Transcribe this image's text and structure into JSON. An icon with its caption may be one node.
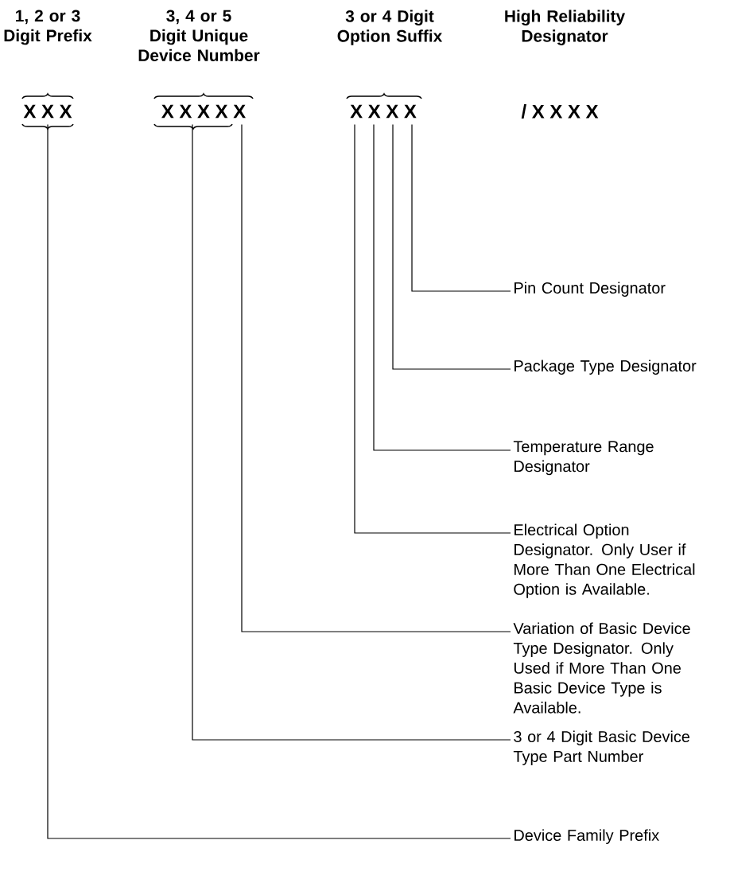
{
  "diagram": {
    "nodes": [
      {
        "text": [
          "X X X"
        ]
      },
      {
        "text": [
          "X X X X X"
        ]
      },
      {
        "text": [
          "X X X X"
        ]
      },
      {
        "text": [
          "Pin Count Designator"
        ]
      },
      {
        "text": [
          "Package Type Designator"
        ]
      },
      {
        "text": [
          "Temperature Range Designator"
        ]
      },
      {
        "text": [
          "Electrical Option Designator. Only User if More Than One Electrical Option is Available."
        ]
      },
      {
        "text": [
          "Variation of Basic Device Type Designator. Only Used if More Than One Basic Device Type is Available."
        ]
      },
      {
        "text": [
          "3 or 4 Digit Basic Device Type Part Number"
        ]
      },
      {
        "text": [
          "Device Family Prefix"
        ]
      }
    ],
    "edges": [
      {
        "from": 2,
        "to": 3,
        "arrow": "none"
      },
      {
        "from": 2,
        "to": 4,
        "arrow": "none"
      },
      {
        "from": 2,
        "to": 5,
        "arrow": "none"
      },
      {
        "from": 2,
        "to": 6,
        "arrow": "none"
      },
      {
        "from": 1,
        "to": 7,
        "arrow": "none"
      },
      {
        "from": 1,
        "to": 8,
        "arrow": "none"
      },
      {
        "from": 0,
        "to": 9,
        "arrow": "none"
      }
    ],
    "labels": [
      "1, 2 or 3 Digit Prefix",
      "3, 4 or 5 Digit Unique Device Number",
      "3 or 4 Digit Option Suffix",
      "High Reliability Designator",
      "/ X X X X"
    ]
  }
}
